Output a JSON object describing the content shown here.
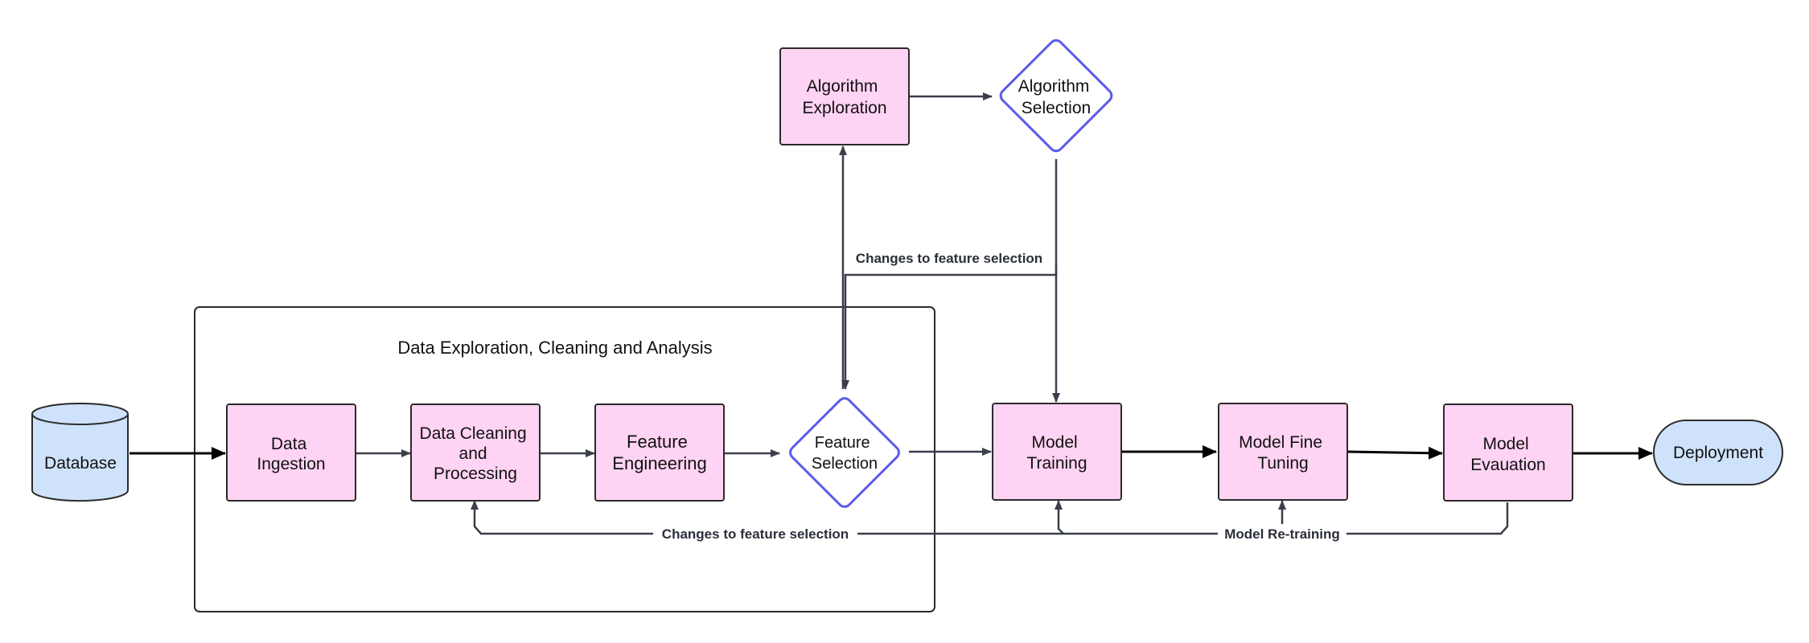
{
  "colors": {
    "process_fill": "#ffd3f3",
    "process_stroke": "#2b2b2b",
    "decision_stroke": "#5b5be8",
    "terminal_fill": "#cfe2fb",
    "edge": "#3a3f4b",
    "group_stroke": "#2b2b2b"
  },
  "group": {
    "label": "Data Exploration, Cleaning and Analysis"
  },
  "nodes": {
    "database": {
      "label": "Database",
      "shape": "cylinder"
    },
    "data_ingestion": {
      "lines": [
        "Data",
        "Ingestion"
      ],
      "shape": "process"
    },
    "data_cleaning": {
      "lines": [
        "Data Cleaning",
        "and",
        "Processing"
      ],
      "shape": "process"
    },
    "feature_engineering": {
      "lines": [
        "Feature",
        "Engineering"
      ],
      "shape": "process"
    },
    "feature_selection": {
      "lines": [
        "Feature",
        "Selection"
      ],
      "shape": "decision"
    },
    "algorithm_exploration": {
      "lines": [
        "Algorithm",
        "Exploration"
      ],
      "shape": "process"
    },
    "algorithm_selection": {
      "lines": [
        "Algorithm",
        "Selection"
      ],
      "shape": "decision"
    },
    "model_training": {
      "lines": [
        "Model",
        "Training"
      ],
      "shape": "process"
    },
    "model_fine_tuning": {
      "lines": [
        "Model Fine",
        "Tuning"
      ],
      "shape": "process"
    },
    "model_evaluation": {
      "lines": [
        "Model",
        "Evauation"
      ],
      "shape": "process"
    },
    "deployment": {
      "label": "Deployment",
      "shape": "terminal"
    }
  },
  "edge_labels": {
    "feature_selection_feedback_top": "Changes to feature selection",
    "feature_selection_feedback_bottom": "Changes to feature selection",
    "model_retraining": "Model Re-training"
  }
}
